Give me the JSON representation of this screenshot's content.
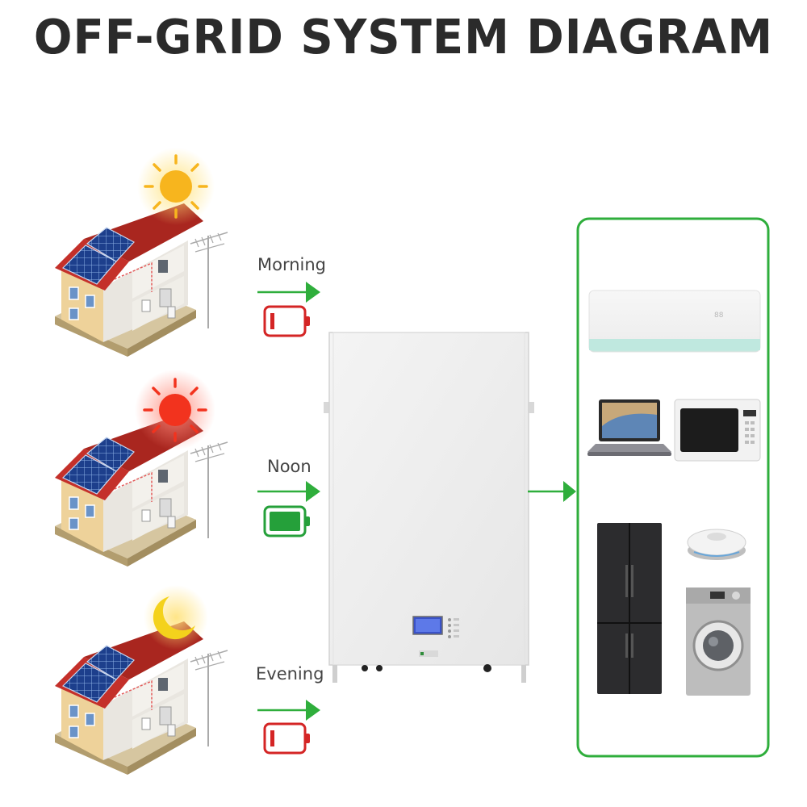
{
  "title": "OFF-GRID SYSTEM DIAGRAM",
  "colors": {
    "accent_green": "#2fae3c",
    "battery_red": "#d42525",
    "battery_green": "#25a03a",
    "sun_yellow": "#f7b51e",
    "sun_red": "#f2331e",
    "moon_yellow": "#f4d21c",
    "roof_red": "#c4302a",
    "wall_yellow": "#eed29a"
  },
  "periods": [
    {
      "label": "Morning",
      "sky": "sun-icon",
      "battery": "low"
    },
    {
      "label": "Noon",
      "sky": "sun-icon",
      "battery": "full"
    },
    {
      "label": "Evening",
      "sky": "moon-icon",
      "battery": "low"
    }
  ],
  "appliances": [
    "air-conditioner-icon",
    "laptop-icon",
    "microwave-icon",
    "refrigerator-icon",
    "robot-vacuum-icon",
    "washing-machine-icon"
  ]
}
